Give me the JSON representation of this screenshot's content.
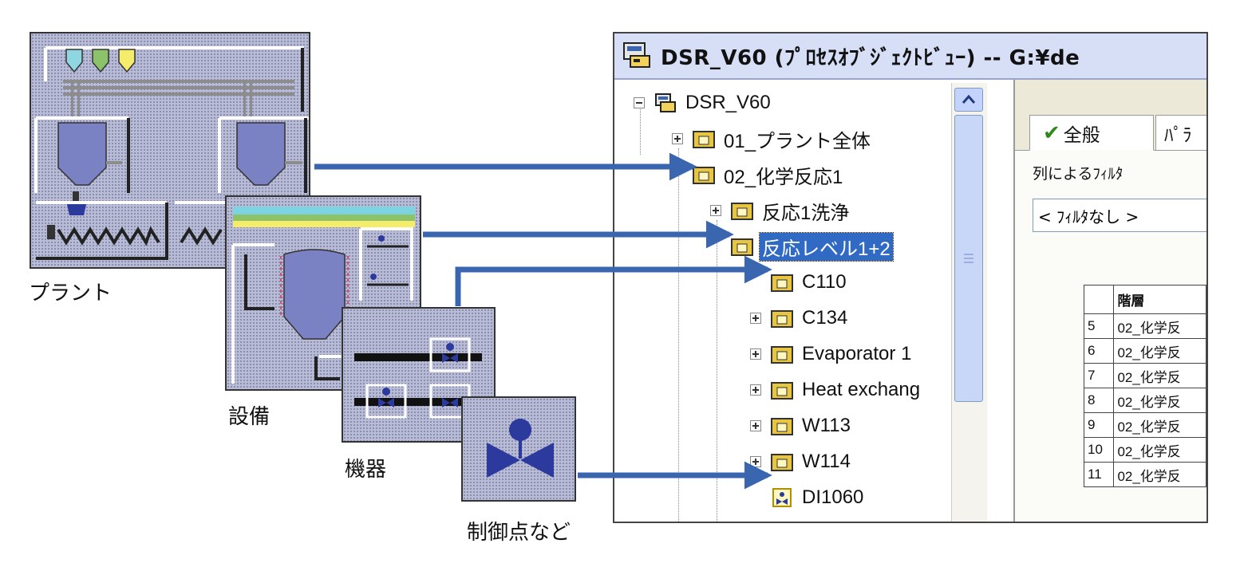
{
  "captions": {
    "plant": "プラント",
    "equipment": "設備",
    "device": "機器",
    "control_point": "制御点など"
  },
  "window": {
    "title": "DSR_V60 (ﾌﾟﾛｾｽｵﾌﾞｼﾞｪｸﾄﾋﾞｭｰ) -- G:¥de",
    "tree": {
      "items": [
        {
          "label": "DSR_V60",
          "expander": "minus"
        },
        {
          "label": "01_プラント全体",
          "expander": "plus"
        },
        {
          "label": "02_化学反応1",
          "expander": "none"
        },
        {
          "label": "反応1洗浄",
          "expander": "plus"
        },
        {
          "label": "反応レベル1+2",
          "expander": "none",
          "selected": true
        },
        {
          "label": "C110",
          "expander": "none"
        },
        {
          "label": "C134",
          "expander": "plus"
        },
        {
          "label": "Evaporator 1",
          "expander": "plus"
        },
        {
          "label": "Heat exchang",
          "expander": "plus"
        },
        {
          "label": "W113",
          "expander": "plus"
        },
        {
          "label": "W114",
          "expander": "plus"
        },
        {
          "label": "DI1060",
          "expander": "none",
          "icon": "control-point"
        }
      ]
    },
    "tabs": [
      {
        "label": "全般",
        "active": true
      },
      {
        "label": "ﾊﾟﾗ"
      }
    ],
    "filter_label": "列によるﾌｨﾙﾀ",
    "filter_value": "< ﾌｨﾙﾀなし >",
    "table": {
      "header": [
        "",
        "階層"
      ],
      "rows": [
        {
          "num": "5",
          "value": "02_化学反"
        },
        {
          "num": "6",
          "value": "02_化学反"
        },
        {
          "num": "7",
          "value": "02_化学反"
        },
        {
          "num": "8",
          "value": "02_化学反"
        },
        {
          "num": "9",
          "value": "02_化学反"
        },
        {
          "num": "10",
          "value": "02_化学反"
        },
        {
          "num": "11",
          "value": "02_化学反"
        }
      ]
    }
  },
  "colors": {
    "arrow": "#3a66b0",
    "panel_bg": "#b9bcd9",
    "vessel": "#7b82c4",
    "selection": "#316ac5",
    "folder": "#e8c641"
  }
}
